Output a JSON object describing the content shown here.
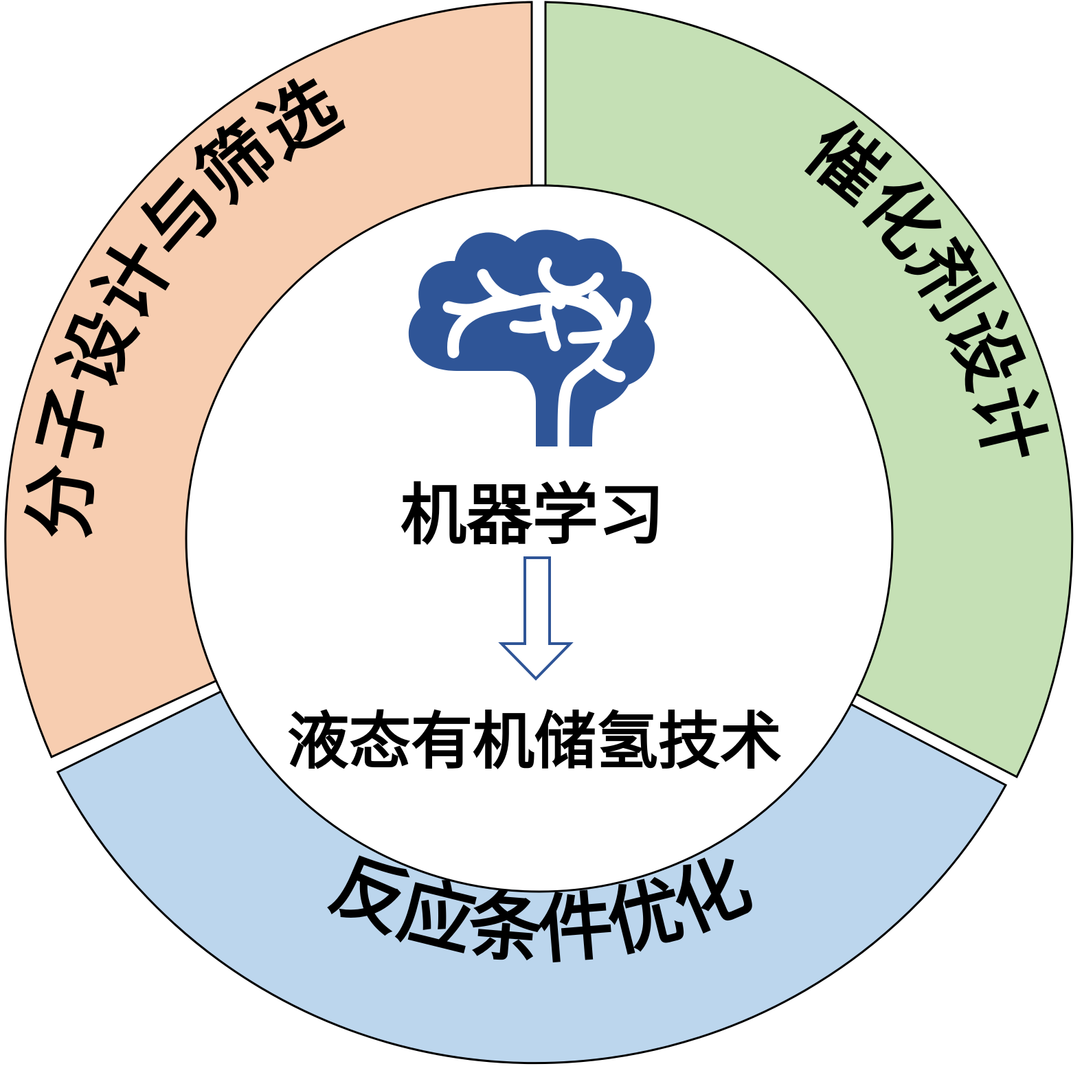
{
  "center": {
    "title": "机器学习",
    "subtitle": "液态有机储氢技术",
    "icon": "brain-icon",
    "arrow_icon": "down-arrow-icon"
  },
  "segments": [
    {
      "id": "molecular",
      "label": "分子设计与筛选",
      "color": "#f7cdb0"
    },
    {
      "id": "catalyst",
      "label": "催化剂设计",
      "color": "#c5e0b5"
    },
    {
      "id": "reaction",
      "label": "反应条件优化",
      "color": "#bcd6ed"
    }
  ],
  "colors": {
    "ring_stroke": "#000000",
    "inner_fill": "#ffffff",
    "accent": "#2f5597",
    "arrow_fill": "#ffffff"
  }
}
